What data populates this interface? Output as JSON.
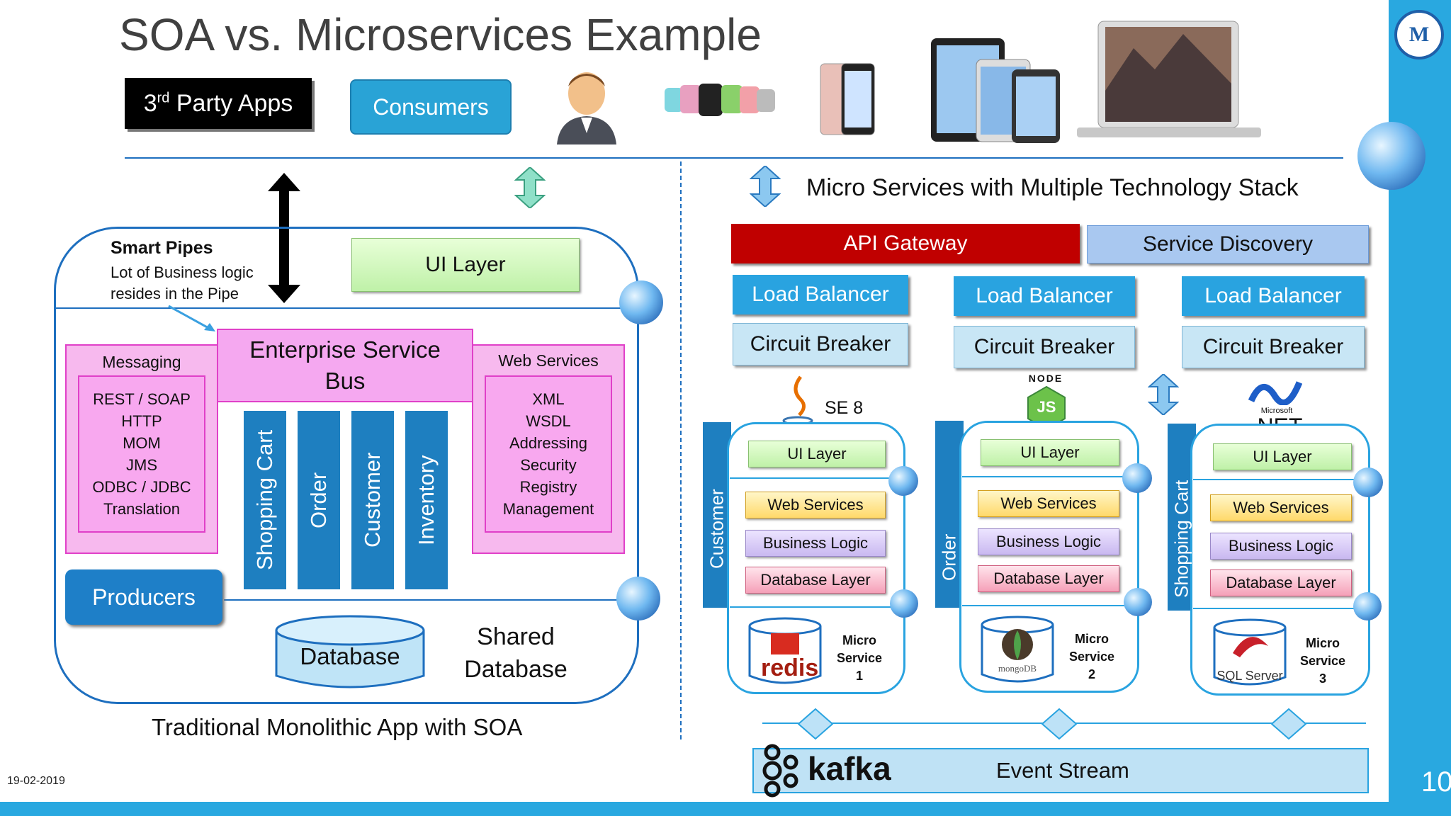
{
  "title": "SOA vs. Microservices Example",
  "date": "19-02-2019",
  "page_number": "10",
  "top": {
    "third_party_apps": "3rd Party Apps",
    "consumers": "Consumers"
  },
  "soa": {
    "smart_pipes_title": "Smart Pipes",
    "smart_pipes_text_1": "Lot of Business logic",
    "smart_pipes_text_2": "resides in the Pipe",
    "ui_layer": "UI Layer",
    "esb_line1": "Enterprise Service",
    "esb_line2": "Bus",
    "messaging_title": "Messaging",
    "messaging_items": [
      "REST / SOAP",
      "HTTP",
      "MOM",
      "JMS",
      "ODBC / JDBC",
      "Translation"
    ],
    "web_services_title": "Web Services",
    "web_services_items": [
      "XML",
      "WSDL",
      "Addressing",
      "Security",
      "Registry",
      "Management"
    ],
    "services": [
      "Shopping Cart",
      "Order",
      "Customer",
      "Inventory"
    ],
    "producers": "Producers",
    "database": "Database",
    "shared_db_1": "Shared",
    "shared_db_2": "Database",
    "caption": "Traditional Monolithic App with SOA"
  },
  "ms": {
    "heading": "Micro Services with Multiple Technology Stack",
    "api_gateway": "API Gateway",
    "service_discovery": "Service Discovery",
    "load_balancer": "Load Balancer",
    "circuit_breaker": "Circuit Breaker",
    "tech_java": "SE 8",
    "tech_node": "NODE",
    "tech_node_js": "JS",
    "tech_net_vendor": "Microsoft",
    "tech_net": ".NET",
    "layers": {
      "ui": "UI Layer",
      "ws": "Web Services",
      "bl": "Business Logic",
      "db": "Database Layer"
    },
    "services": [
      {
        "side": "Customer",
        "line1": "Micro",
        "line2": "Service",
        "num": "1",
        "db_logo": "redis"
      },
      {
        "side": "Order",
        "line1": "Micro",
        "line2": "Service",
        "num": "2",
        "db_logo": "mongoDB"
      },
      {
        "side": "Shopping Cart",
        "line1": "Micro",
        "line2": "Service",
        "num": "3",
        "db_logo": "SQL Server"
      }
    ],
    "kafka": "kafka",
    "event_stream": "Event Stream"
  }
}
